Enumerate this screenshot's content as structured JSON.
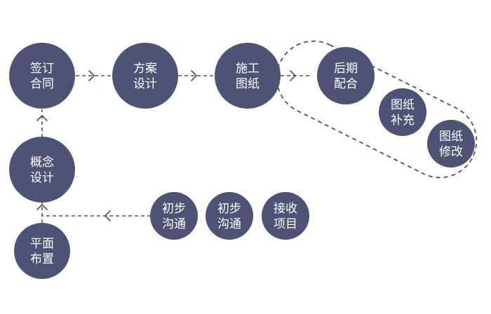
{
  "nodes": [
    {
      "id": "pingmian-buzhi",
      "lines": [
        "平面",
        "布置"
      ]
    },
    {
      "id": "gainian-sheji",
      "lines": [
        "概念",
        "设计"
      ]
    },
    {
      "id": "qianding-hetong",
      "lines": [
        "签订",
        "合同"
      ]
    },
    {
      "id": "fangan-sheji",
      "lines": [
        "方案",
        "设计"
      ]
    },
    {
      "id": "shigong-tuzhi",
      "lines": [
        "施工",
        "图纸"
      ]
    },
    {
      "id": "houqi-peihe",
      "lines": [
        "后期",
        "配合"
      ]
    },
    {
      "id": "tuzhi-buchong",
      "lines": [
        "图纸",
        "补充"
      ]
    },
    {
      "id": "tuzhi-xiugai",
      "lines": [
        "图纸",
        "修改"
      ]
    },
    {
      "id": "jieshou-xiangmu",
      "lines": [
        "接收",
        "项目"
      ]
    },
    {
      "id": "chubu-goutong-2",
      "lines": [
        "初步",
        "沟通"
      ]
    },
    {
      "id": "chubu-goutong-1",
      "lines": [
        "初步",
        "沟通"
      ]
    }
  ],
  "colors": {
    "node_fill": "#4c5375",
    "line": "#4a5170",
    "text": "#ffffff",
    "background": "#ffffff"
  }
}
